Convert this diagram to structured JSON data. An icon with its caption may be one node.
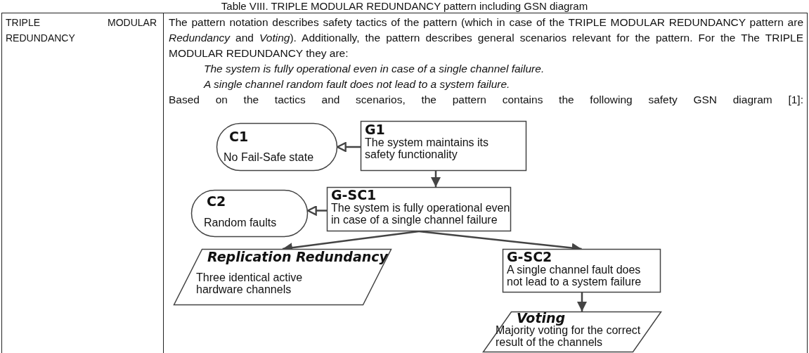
{
  "diagram": {
    "title": "Table VIII. TRIPLE MODULAR REDUNDANCY pattern including GSN diagram",
    "nodes": [
      {
        "text": [
          "C1",
          "No Fail-Safe state"
        ]
      },
      {
        "text": [
          "G1",
          "The system maintains its safety functionality"
        ]
      },
      {
        "text": [
          "C2",
          "Random faults"
        ]
      },
      {
        "text": [
          "G-SC1",
          "The system is fully operational even in case of a single channel failure"
        ]
      },
      {
        "text": [
          "Replication Redundancy",
          "Three identical active hardware channels"
        ]
      },
      {
        "text": [
          "G-SC2",
          "A single channel fault does not lead to a system failure"
        ]
      },
      {
        "text": [
          "Voting",
          "Majority voting for the correct result of the channels"
        ]
      }
    ],
    "edges": [
      {
        "from": 1,
        "to": 0,
        "arrow": "to"
      },
      {
        "from": 1,
        "to": 3,
        "arrow": "to"
      },
      {
        "from": 3,
        "to": 2,
        "arrow": "to"
      },
      {
        "from": 3,
        "to": 4,
        "arrow": "to"
      },
      {
        "from": 3,
        "to": 5,
        "arrow": "to"
      },
      {
        "from": 5,
        "to": 6,
        "arrow": "to"
      }
    ],
    "labels": [
      "TRIPLE MODULAR REDUNDANCY",
      "The pattern notation describes safety tactics of the pattern (which in case of the TRIPLE MODULAR REDUNDANCY pattern are *Redundancy* and *Voting*). Additionally, the pattern describes general scenarios relevant for the pattern. For the The TRIPLE MODULAR REDUNDANCY they are:",
      "The system is fully operational even in case of a single channel failure.",
      "A single channel random fault does not lead to a system failure.",
      "Based on the tactics and scenarios, the pattern contains the following safety GSN diagram [1]:"
    ]
  }
}
